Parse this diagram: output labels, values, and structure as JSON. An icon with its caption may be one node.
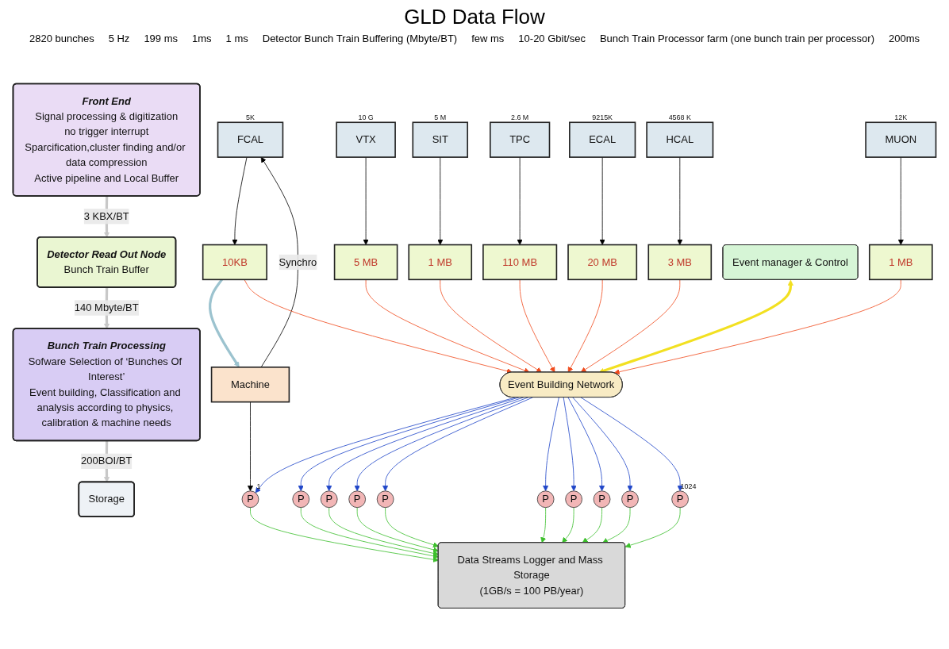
{
  "diagram": {
    "title": "GLD Data Flow",
    "nodes": [
      {
        "text": [
          "Front End",
          "Signal processing & digitization",
          "no trigger interrupt",
          "Sparcification,cluster finding and/or data compression",
          "Active pipeline and Local Buffer"
        ]
      },
      {
        "text": [
          "Detector Read Out Node",
          "Bunch Train Buffer"
        ]
      },
      {
        "text": [
          "Bunch Train Processing",
          "Sofware Selection of ‘Bunches Of Interest’",
          "Event building, Classification and analysis according to physics, calibration & machine needs"
        ]
      },
      {
        "text": [
          "Storage"
        ]
      },
      {
        "text": [
          "FCAL"
        ],
        "beside": [
          "5K"
        ]
      },
      {
        "text": [
          "VTX"
        ],
        "beside": [
          "10 G"
        ]
      },
      {
        "text": [
          "SIT"
        ],
        "beside": [
          "5 M"
        ]
      },
      {
        "text": [
          "TPC"
        ],
        "beside": [
          "2.6 M"
        ]
      },
      {
        "text": [
          "ECAL"
        ],
        "beside": [
          "9215K"
        ]
      },
      {
        "text": [
          "HCAL"
        ],
        "beside": [
          "4568 K"
        ]
      },
      {
        "text": [
          "MUON"
        ],
        "beside": [
          "12K"
        ]
      },
      {
        "text": [
          "10KB"
        ]
      },
      {
        "text": [
          "5 MB"
        ]
      },
      {
        "text": [
          "1 MB"
        ]
      },
      {
        "text": [
          "110 MB"
        ]
      },
      {
        "text": [
          "20 MB"
        ]
      },
      {
        "text": [
          "3 MB"
        ]
      },
      {
        "text": [
          "1 MB"
        ]
      },
      {
        "text": [
          "Machine"
        ]
      },
      {
        "text": [
          "Event manager & Control"
        ]
      },
      {
        "text": [
          "Event Building Network"
        ]
      },
      {
        "text": [
          "P"
        ],
        "beside": [
          "1"
        ]
      },
      {
        "text": [
          "P"
        ]
      },
      {
        "text": [
          "P"
        ]
      },
      {
        "text": [
          "P"
        ]
      },
      {
        "text": [
          "P"
        ]
      },
      {
        "text": [
          "P"
        ]
      },
      {
        "text": [
          "P"
        ]
      },
      {
        "text": [
          "P"
        ]
      },
      {
        "text": [
          "P"
        ]
      },
      {
        "text": [
          "P"
        ],
        "beside": [
          "1024"
        ]
      },
      {
        "text": [
          "Data Streams Logger and Mass Storage",
          "(1GB/s = 100 PB/year)"
        ]
      }
    ],
    "edges": [
      {
        "from": 0,
        "to": 1,
        "arrow": "to",
        "label": "3 KBX/BT",
        "style": "thick",
        "color": "#c8c8c8"
      },
      {
        "from": 1,
        "to": 2,
        "arrow": "to",
        "label": "140 Mbyte/BT",
        "style": "thick",
        "color": "#c8c8c8"
      },
      {
        "from": 2,
        "to": 3,
        "arrow": "to",
        "label": "200BOI/BT",
        "style": "thick",
        "color": "#c8c8c8"
      },
      {
        "from": 4,
        "to": 11,
        "arrow": "to",
        "color": "#000000"
      },
      {
        "from": 5,
        "to": 12,
        "arrow": "to",
        "color": "#000000"
      },
      {
        "from": 6,
        "to": 13,
        "arrow": "to",
        "color": "#000000"
      },
      {
        "from": 7,
        "to": 14,
        "arrow": "to",
        "color": "#000000"
      },
      {
        "from": 8,
        "to": 15,
        "arrow": "to",
        "color": "#000000"
      },
      {
        "from": 9,
        "to": 16,
        "arrow": "to",
        "color": "#000000"
      },
      {
        "from": 10,
        "to": 17,
        "arrow": "to",
        "color": "#000000"
      },
      {
        "from": 18,
        "to": 4,
        "arrow": "to",
        "label": "Synchro",
        "color": "#000000"
      },
      {
        "from": 11,
        "to": 18,
        "arrow": "to",
        "style": "thick",
        "color": "#9cc3cf"
      },
      {
        "from": 11,
        "to": 20,
        "arrow": "to",
        "color": "#f04a1c"
      },
      {
        "from": 12,
        "to": 20,
        "arrow": "to",
        "color": "#f04a1c"
      },
      {
        "from": 13,
        "to": 20,
        "arrow": "to",
        "color": "#f04a1c"
      },
      {
        "from": 14,
        "to": 20,
        "arrow": "to",
        "color": "#f04a1c"
      },
      {
        "from": 15,
        "to": 20,
        "arrow": "to",
        "color": "#f04a1c"
      },
      {
        "from": 16,
        "to": 20,
        "arrow": "to",
        "color": "#f04a1c"
      },
      {
        "from": 17,
        "to": 20,
        "arrow": "to",
        "color": "#f04a1c"
      },
      {
        "from": 19,
        "to": 20,
        "arrow": "both",
        "style": "thick",
        "color": "#f2e021"
      },
      {
        "from": 20,
        "to": 21,
        "arrow": "to",
        "color": "#1f45c8"
      },
      {
        "from": 20,
        "to": 22,
        "arrow": "to",
        "color": "#1f45c8"
      },
      {
        "from": 20,
        "to": 23,
        "arrow": "to",
        "color": "#1f45c8"
      },
      {
        "from": 20,
        "to": 24,
        "arrow": "to",
        "color": "#1f45c8"
      },
      {
        "from": 20,
        "to": 25,
        "arrow": "to",
        "color": "#1f45c8"
      },
      {
        "from": 20,
        "to": 26,
        "arrow": "to",
        "color": "#1f45c8"
      },
      {
        "from": 20,
        "to": 27,
        "arrow": "to",
        "color": "#1f45c8"
      },
      {
        "from": 20,
        "to": 28,
        "arrow": "to",
        "color": "#1f45c8"
      },
      {
        "from": 20,
        "to": 29,
        "arrow": "to",
        "color": "#1f45c8"
      },
      {
        "from": 20,
        "to": 30,
        "arrow": "to",
        "color": "#1f45c8"
      },
      {
        "from": 18,
        "to": 21,
        "arrow": "to",
        "color": "#000000"
      },
      {
        "from": 21,
        "to": 31,
        "arrow": "to",
        "color": "#3cbf2c"
      },
      {
        "from": 22,
        "to": 31,
        "arrow": "to",
        "color": "#3cbf2c"
      },
      {
        "from": 23,
        "to": 31,
        "arrow": "to",
        "color": "#3cbf2c"
      },
      {
        "from": 24,
        "to": 31,
        "arrow": "to",
        "color": "#3cbf2c"
      },
      {
        "from": 25,
        "to": 31,
        "arrow": "to",
        "color": "#3cbf2c"
      },
      {
        "from": 26,
        "to": 31,
        "arrow": "to",
        "color": "#3cbf2c"
      },
      {
        "from": 27,
        "to": 31,
        "arrow": "to",
        "color": "#3cbf2c"
      },
      {
        "from": 28,
        "to": 31,
        "arrow": "to",
        "color": "#3cbf2c"
      },
      {
        "from": 29,
        "to": 31,
        "arrow": "to",
        "color": "#3cbf2c"
      },
      {
        "from": 30,
        "to": 31,
        "arrow": "to",
        "color": "#3cbf2c"
      }
    ],
    "labels": [
      "2820 bunches",
      "5 Hz",
      "199 ms",
      "1ms",
      "1 ms",
      "Detector Bunch Train Buffering (Mbyte/BT)",
      "few ms",
      "10-20 Gbit/sec",
      "Bunch Train Processor farm (one bunch train per processor)",
      "200ms"
    ]
  }
}
